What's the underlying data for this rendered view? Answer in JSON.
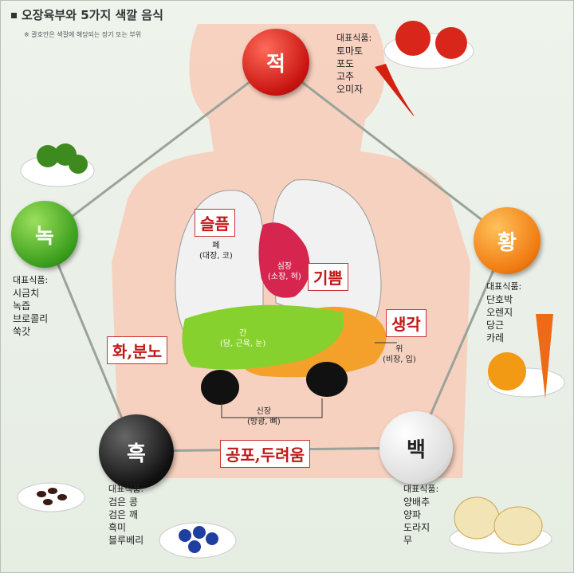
{
  "title": "오장육부와 5가지 색깔 음식",
  "subtitle": "※ 괄호안은 색깔에 해당되는 장기 또는 부위",
  "colors": [
    {
      "key": "red",
      "label": "적",
      "hex": "#c81410"
    },
    {
      "key": "green",
      "label": "녹",
      "hex": "#3a9d1c"
    },
    {
      "key": "yellow",
      "label": "황",
      "hex": "#f07a10"
    },
    {
      "key": "black",
      "label": "흑",
      "hex": "#111111"
    },
    {
      "key": "white",
      "label": "백",
      "hex": "#dddddd"
    }
  ],
  "foods": {
    "heading": "대표식품:",
    "red": [
      "토마토",
      "포도",
      "고추",
      "오미자"
    ],
    "green": [
      "시금치",
      "녹즙",
      "브로콜리",
      "쑥갓"
    ],
    "yellow": [
      "단호박",
      "오렌지",
      "당근",
      "카레"
    ],
    "black": [
      "검은 콩",
      "검은 깨",
      "흑미",
      "블루베리"
    ],
    "white": [
      "양배추",
      "양파",
      "도라지",
      "무"
    ]
  },
  "emotions": {
    "lung": "슬픔",
    "heart": "기쁨",
    "stomach": "생각",
    "liver": "화,분노",
    "kidney": "공포,두려움"
  },
  "organs": {
    "lung": {
      "name": "폐",
      "sub": "(대장, 코)"
    },
    "heart": {
      "name": "심장",
      "sub": "(소장, 혀)"
    },
    "liver": {
      "name": "간",
      "sub": "(담, 근육, 눈)"
    },
    "stomach": {
      "name": "위",
      "sub": "(비장, 입)"
    },
    "kidney": {
      "name": "신장",
      "sub": "(방광, 뼈)"
    }
  },
  "icons": [
    "tomato-icon",
    "chili-icon",
    "broccoli-icon",
    "orange-icon",
    "carrot-icon",
    "beans-icon",
    "blueberry-icon",
    "onion-icon"
  ]
}
